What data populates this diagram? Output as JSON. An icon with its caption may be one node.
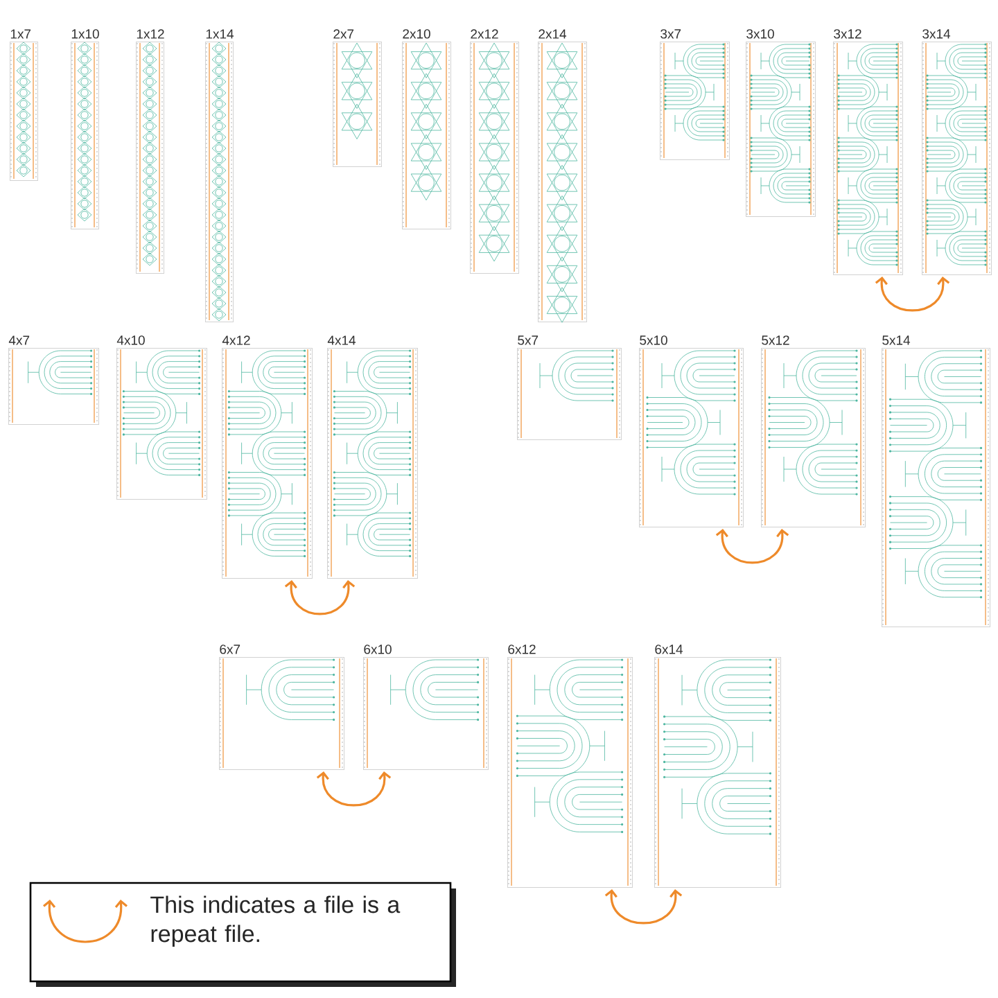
{
  "diagram": {
    "nodes": [
      {
        "text": [
          "1x7"
        ]
      },
      {
        "text": [
          "1x10"
        ]
      },
      {
        "text": [
          "1x12"
        ]
      },
      {
        "text": [
          "1x14"
        ]
      },
      {
        "text": [
          "2x7"
        ]
      },
      {
        "text": [
          "2x10"
        ]
      },
      {
        "text": [
          "2x12"
        ]
      },
      {
        "text": [
          "2x14"
        ]
      },
      {
        "text": [
          "3x7"
        ]
      },
      {
        "text": [
          "3x10"
        ]
      },
      {
        "text": [
          "3x12"
        ]
      },
      {
        "text": [
          "3x14"
        ]
      },
      {
        "text": [
          "4x7"
        ]
      },
      {
        "text": [
          "4x10"
        ]
      },
      {
        "text": [
          "4x12"
        ]
      },
      {
        "text": [
          "4x14"
        ]
      },
      {
        "text": [
          "5x7"
        ]
      },
      {
        "text": [
          "5x10"
        ]
      },
      {
        "text": [
          "5x12"
        ]
      },
      {
        "text": [
          "5x14"
        ]
      },
      {
        "text": [
          "6x7"
        ]
      },
      {
        "text": [
          "6x10"
        ]
      },
      {
        "text": [
          "6x12"
        ]
      },
      {
        "text": [
          "6x14"
        ]
      }
    ],
    "edges": [
      {
        "from": 10,
        "to": 11,
        "arrow": "both"
      },
      {
        "from": 14,
        "to": 15,
        "arrow": "both"
      },
      {
        "from": 17,
        "to": 18,
        "arrow": "both"
      },
      {
        "from": 20,
        "to": 21,
        "arrow": "both"
      },
      {
        "from": 22,
        "to": 23,
        "arrow": "both"
      }
    ],
    "legend": [
      {
        "text": "This indicates a file is a repeat file."
      }
    ]
  }
}
